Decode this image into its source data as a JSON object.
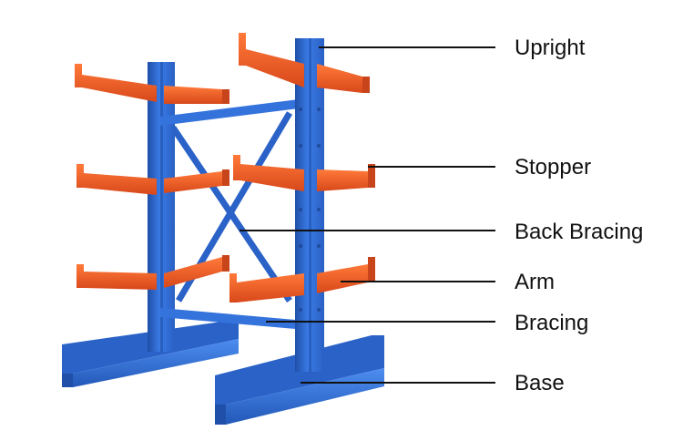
{
  "colors": {
    "upright_blue": "#2f6fd6",
    "upright_dark": "#1f4fa8",
    "upright_light": "#4d8ef0",
    "arm_orange": "#f05a1e",
    "arm_dark": "#c8441a",
    "arm_light": "#ff7a3a",
    "leader_line": "#111111",
    "background": "#ffffff"
  },
  "labels": {
    "upright": "Upright",
    "stopper": "Stopper",
    "back_bracing": "Back Bracing",
    "arm": "Arm",
    "bracing": "Bracing",
    "base": "Base"
  }
}
